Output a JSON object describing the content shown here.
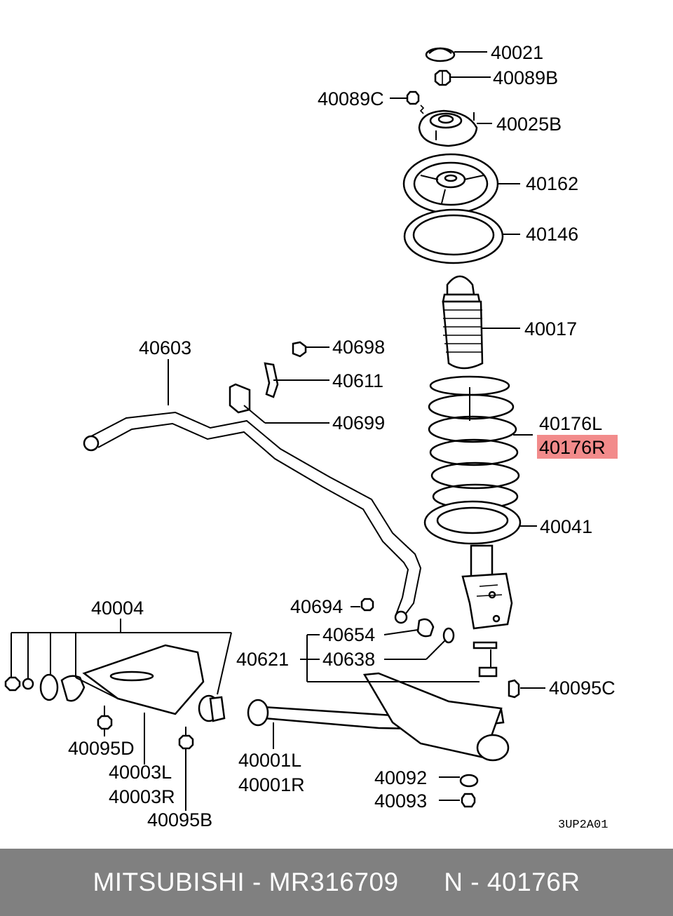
{
  "parts": {
    "p40021": "40021",
    "p40089B": "40089B",
    "p40089C": "40089C",
    "p40025B": "40025B",
    "p40162": "40162",
    "p40146": "40146",
    "p40017": "40017",
    "p40603": "40603",
    "p40698": "40698",
    "p40611": "40611",
    "p40699": "40699",
    "p40176L": "40176L",
    "p40176R": "40176R",
    "p40041": "40041",
    "p40004": "40004",
    "p40694": "40694",
    "p40654": "40654",
    "p40621": "40621",
    "p40638": "40638",
    "p40095C": "40095C",
    "p40095D": "40095D",
    "p40003L": "40003L",
    "p40003R": "40003R",
    "p40095B": "40095B",
    "p40001L": "40001L",
    "p40001R": "40001R",
    "p40092": "40092",
    "p40093": "40093"
  },
  "diagram_code": "3UP2A01",
  "highlight_color": "#f28b8b",
  "footer": {
    "brand": "MITSUBISHI",
    "separator": "-",
    "part_number": "MR316709",
    "ref_prefix": "N",
    "ref_number": "40176R"
  }
}
